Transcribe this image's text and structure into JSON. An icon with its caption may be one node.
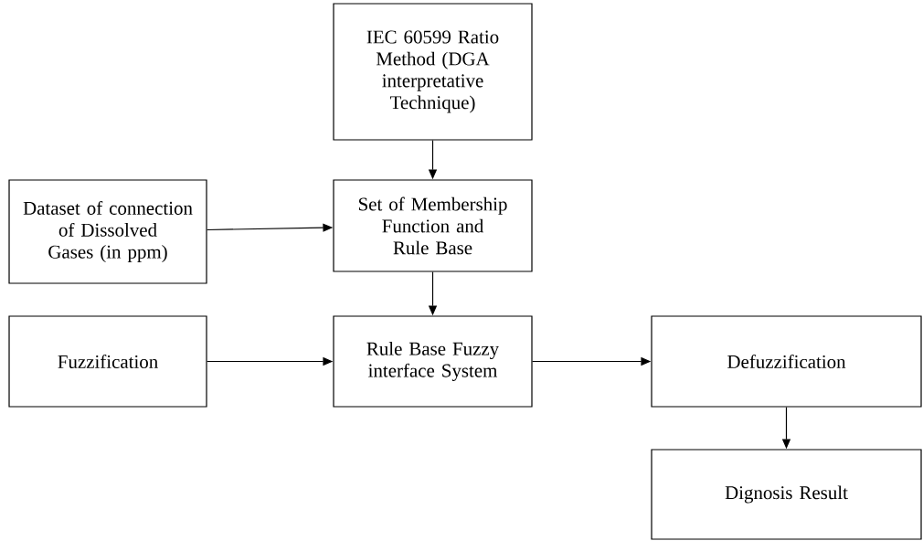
{
  "diagram": {
    "nodes": [
      {
        "text": [
          "IEC 60599 Ratio Method (DGA interpretative Technique)"
        ]
      },
      {
        "text": [
          "Dataset of connection of Dissolved Gases (in ppm)"
        ]
      },
      {
        "text": [
          "Set of Membership Function and Rule Base"
        ]
      },
      {
        "text": [
          "Fuzzification"
        ]
      },
      {
        "text": [
          "Rule Base Fuzzy interface System"
        ]
      },
      {
        "text": [
          "Defuzzification"
        ]
      },
      {
        "text": [
          "Dignosis Result"
        ]
      }
    ],
    "edges": [
      {
        "from": 0,
        "to": 2,
        "arrow": "to"
      },
      {
        "from": 1,
        "to": 2,
        "arrow": "to"
      },
      {
        "from": 2,
        "to": 4,
        "arrow": "to"
      },
      {
        "from": 3,
        "to": 4,
        "arrow": "to"
      },
      {
        "from": 4,
        "to": 5,
        "arrow": "to"
      },
      {
        "from": 5,
        "to": 6,
        "arrow": "to"
      }
    ]
  }
}
